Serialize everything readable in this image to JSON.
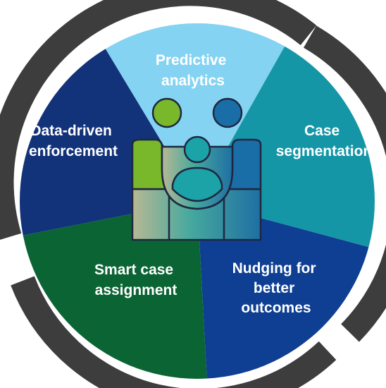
{
  "diagram": {
    "segments": [
      {
        "id": "predictive",
        "lines": [
          "Predictive",
          "analytics"
        ],
        "color": "#84d3f2"
      },
      {
        "id": "segmentation",
        "lines": [
          "Case",
          "segmentation"
        ],
        "color": "#1596a6"
      },
      {
        "id": "nudging",
        "lines": [
          "Nudging for",
          "better",
          "outcomes"
        ],
        "color": "#0f3f92"
      },
      {
        "id": "assignment",
        "lines": [
          "Smart case",
          "assignment"
        ],
        "color": "#0b6434"
      },
      {
        "id": "enforcement",
        "lines": [
          "Data-driven",
          "enforcement"
        ],
        "color": "#12327a"
      }
    ],
    "ring_color": "#3d3d3d",
    "icon": {
      "name": "family-group-icon",
      "colors": {
        "green": "#78b82a",
        "blue": "#1a6ea8",
        "teal": "#1ba3a7",
        "sage": "#a5b47f",
        "outline": "#1f2740"
      }
    }
  }
}
